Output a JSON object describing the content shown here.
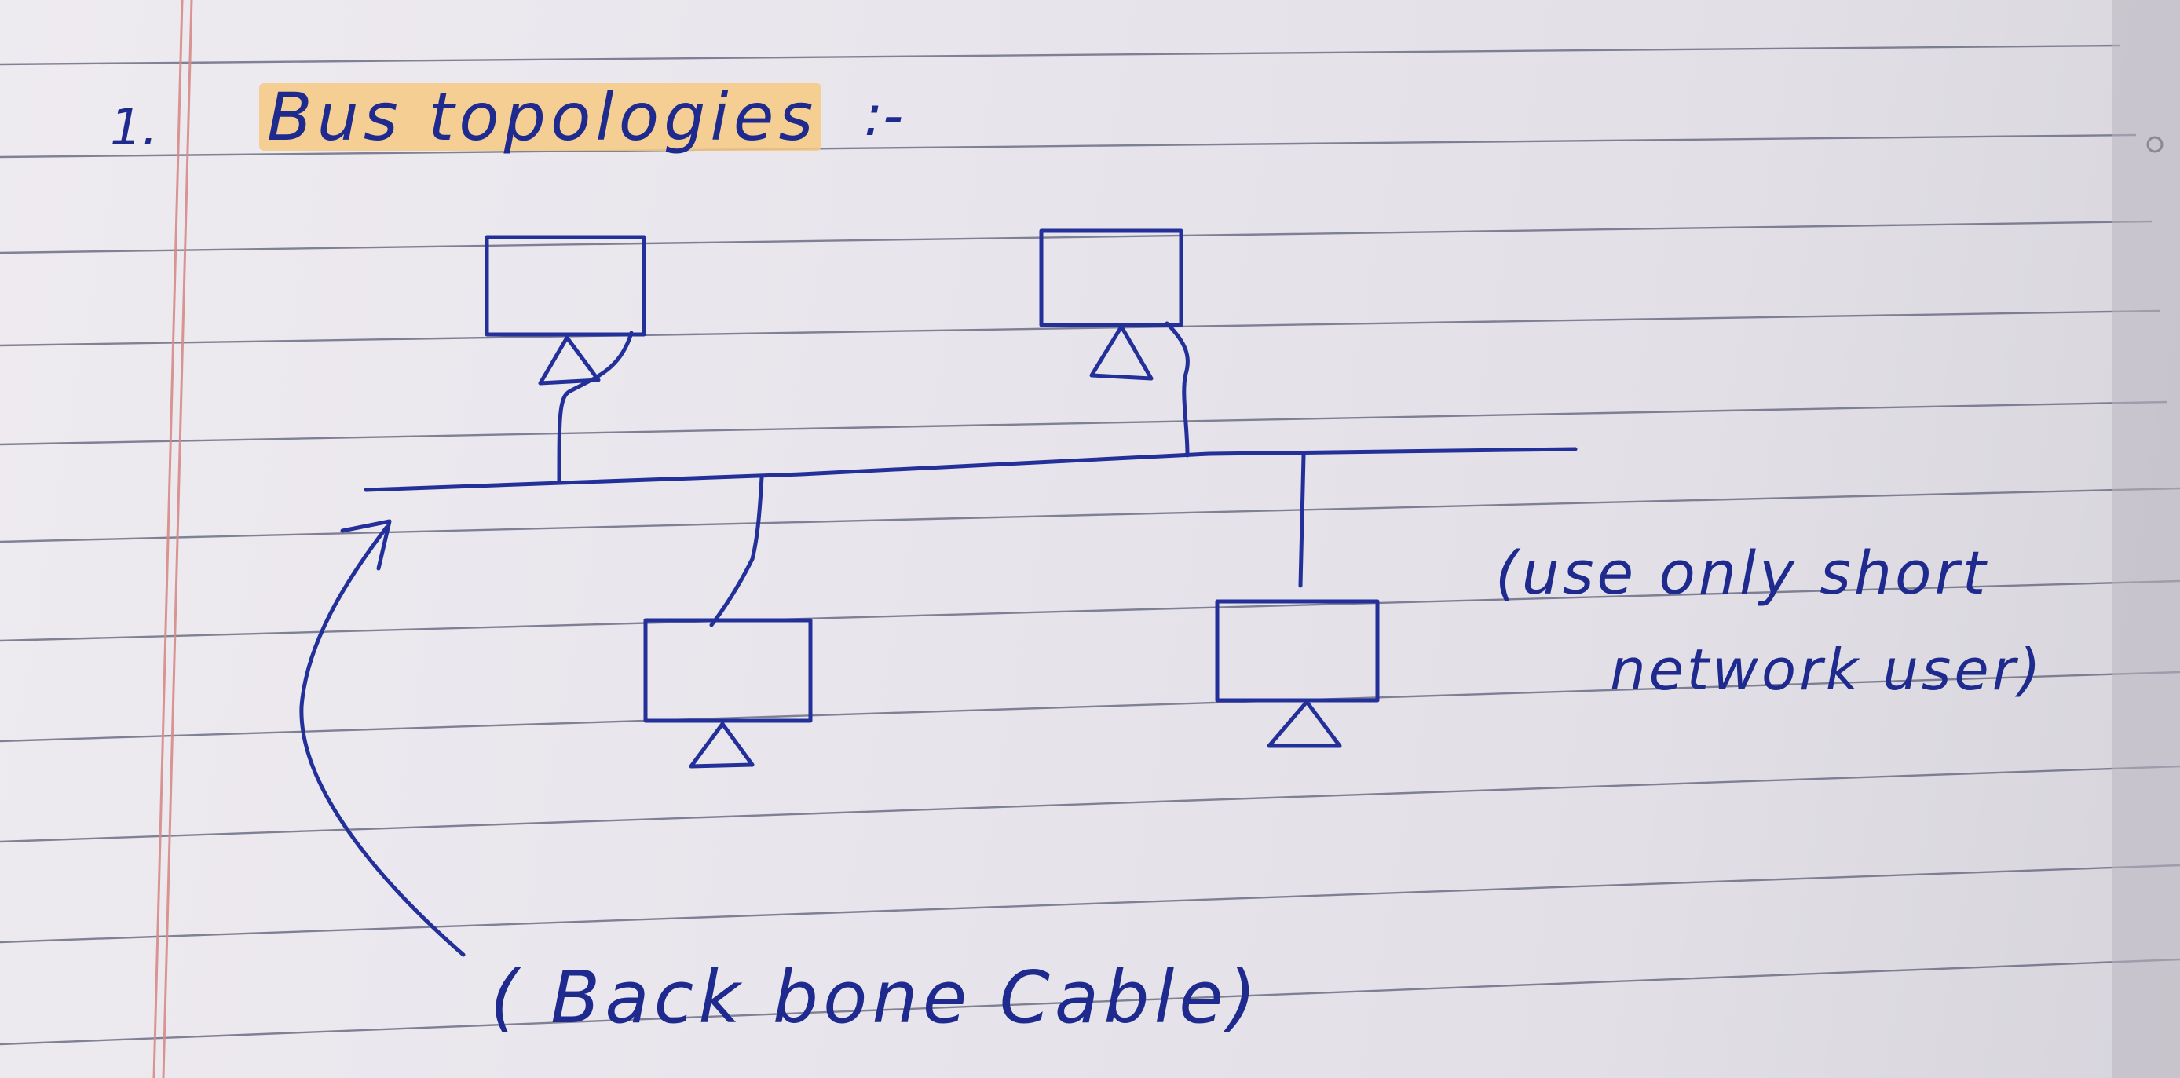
{
  "heading": {
    "number": "1.",
    "title": "Bus topologies",
    "suffix": ":-",
    "highlight_color": "#f7c982"
  },
  "diagram": {
    "nodes": [
      "computer-1",
      "computer-2",
      "computer-3",
      "computer-4"
    ],
    "note_line1": "(use only short",
    "note_line2": "network user)",
    "backbone_label": "( Back bone Cable)"
  },
  "colors": {
    "ink": "#24309a",
    "rule_lines": "#6d6f86",
    "margin_line": "#d98a8a"
  }
}
